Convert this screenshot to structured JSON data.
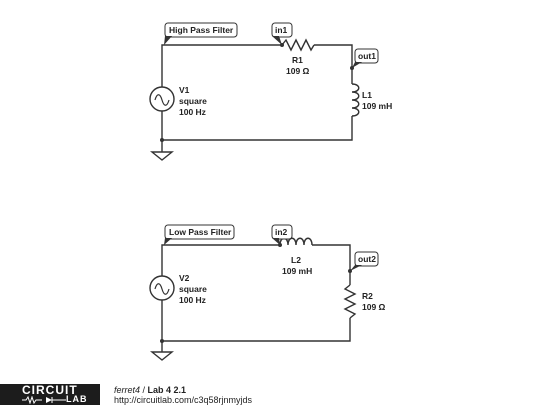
{
  "circuit1": {
    "tag_title": "High Pass Filter",
    "tag_in": "in1",
    "tag_out": "out1",
    "source": {
      "name": "V1",
      "type": "square",
      "freq": "100 Hz"
    },
    "resistor": {
      "name": "R1",
      "value": "109 Ω"
    },
    "inductor": {
      "name": "L1",
      "value": "109 mH"
    }
  },
  "circuit2": {
    "tag_title": "Low Pass Filter",
    "tag_in": "in2",
    "tag_out": "out2",
    "source": {
      "name": "V2",
      "type": "square",
      "freq": "100 Hz"
    },
    "inductor": {
      "name": "L2",
      "value": "109 mH"
    },
    "resistor": {
      "name": "R2",
      "value": "109 Ω"
    }
  },
  "footer": {
    "logo_top": "CIRCUIT",
    "logo_bottom": "LAB",
    "user": "ferret4",
    "separator": " / ",
    "title": "Lab 4 2.1",
    "url": "http://circuitlab.com/c3q58rjnmyjds"
  },
  "colors": {
    "wire": "#333333",
    "logo_bg": "#1c1c1c"
  }
}
